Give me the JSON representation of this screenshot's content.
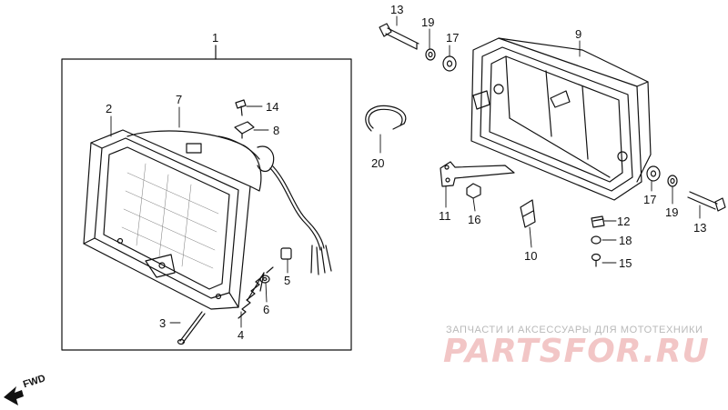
{
  "parts": [
    {
      "number": "1"
    },
    {
      "number": "2"
    },
    {
      "number": "3"
    },
    {
      "number": "4"
    },
    {
      "number": "5"
    },
    {
      "number": "6"
    },
    {
      "number": "7"
    },
    {
      "number": "8"
    },
    {
      "number": "9"
    },
    {
      "number": "10"
    },
    {
      "number": "11"
    },
    {
      "number": "12"
    },
    {
      "number": "13"
    },
    {
      "number": "13"
    },
    {
      "number": "14"
    },
    {
      "number": "15"
    },
    {
      "number": "16"
    },
    {
      "number": "17"
    },
    {
      "number": "17"
    },
    {
      "number": "18"
    },
    {
      "number": "19"
    },
    {
      "number": "19"
    },
    {
      "number": "20"
    }
  ],
  "direction_marker": "FWD",
  "watermark": {
    "tagline": "ЗАПЧАСТИ И АКСЕССУАРЫ ДЛЯ МОТОТЕХНИКИ",
    "logo": "PARTSFOR.RU"
  },
  "colors": {
    "line": "#111111",
    "watermark_text": "#b9b9b9",
    "watermark_logo": "#f2c6c6"
  }
}
